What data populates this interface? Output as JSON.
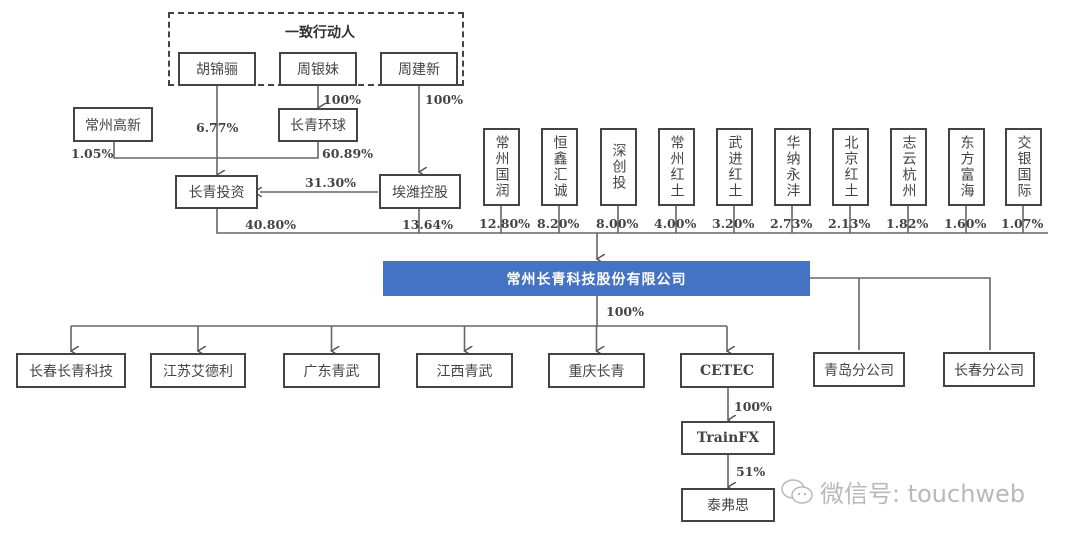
{
  "group": {
    "title": "一致行动人",
    "members": [
      "胡锦骊",
      "周银妹",
      "周建新"
    ]
  },
  "upper_entities": {
    "changzhou_gaoxin": "常州高新",
    "changqing_huanqiu": "长青环球",
    "changqing_touzi": "长青投资",
    "aiwei_konggu": "埃潍控股"
  },
  "upper_percentages": {
    "zhouyinmei_to_huanqiu": "100%",
    "zhoujianxin_to_aiwei": "100%",
    "hujinli_to_touzi": "6.77%",
    "gaoxin_to_touzi": "1.05%",
    "huanqiu_to_touzi": "60.89%",
    "aiwei_to_touzi": "31.30%",
    "touzi_to_main": "40.80%",
    "aiwei_to_main": "13.64%"
  },
  "investors": [
    {
      "name": "常州国润",
      "pct": "12.80%"
    },
    {
      "name": "恒鑫汇诚",
      "pct": "8.20%"
    },
    {
      "name": "深创投",
      "pct": "8.00%"
    },
    {
      "name": "常州红土",
      "pct": "4.00%"
    },
    {
      "name": "武进红土",
      "pct": "3.20%"
    },
    {
      "name": "华纳永沣",
      "pct": "2.73%"
    },
    {
      "name": "北京红土",
      "pct": "2.13%"
    },
    {
      "name": "志云杭州",
      "pct": "1.82%"
    },
    {
      "name": "东方富海",
      "pct": "1.60%"
    },
    {
      "name": "交银国际",
      "pct": "1.07%"
    }
  ],
  "main_company": {
    "name": "常州长青科技股份有限公司",
    "color": "#4472c4"
  },
  "subsidiary_pct": "100%",
  "subsidiaries": [
    "长春长青科技",
    "江苏艾德利",
    "广东青武",
    "江西青武",
    "重庆长青",
    "CETEC"
  ],
  "branches": [
    "青岛分公司",
    "长春分公司"
  ],
  "chain": {
    "trainfx": "TrainFX",
    "trainfx_pct": "100%",
    "taifusi": "泰弗思",
    "taifusi_pct": "51%"
  },
  "watermark": "微信号: touchweb"
}
